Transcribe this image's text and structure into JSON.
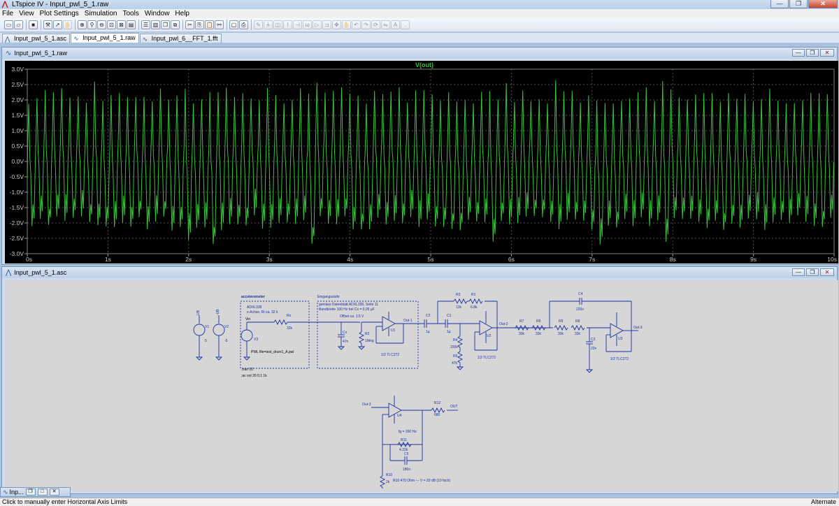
{
  "window": {
    "title": "LTspice IV - Input_pwl_5_1.raw"
  },
  "menu": [
    "File",
    "View",
    "Plot Settings",
    "Simulation",
    "Tools",
    "Window",
    "Help"
  ],
  "toolbar": {
    "group1": [
      "new-schematic",
      "open",
      "save",
      "control-panel",
      "run",
      "halt"
    ],
    "group2": [
      "zoom-in",
      "pan",
      "zoom-out",
      "zoom-fit",
      "autorange",
      "fft"
    ],
    "group3": [
      "tile-horizontal",
      "tile-vertical",
      "cascade",
      "close-all"
    ],
    "group4": [
      "cut",
      "copy",
      "paste",
      "find",
      "print-preview",
      "print"
    ],
    "group5": [
      "wire",
      "ground",
      "label",
      "resistor",
      "capacitor",
      "inductor",
      "diode",
      "component",
      "move",
      "drag",
      "undo",
      "redo",
      "rotate",
      "mirror",
      "text",
      "spice-directive"
    ]
  },
  "tabs": [
    {
      "label": "Input_pwl_5_1.asc",
      "icon": "schematic-icon"
    },
    {
      "label": "Input_pwl_5_1.raw",
      "icon": "waveform-icon"
    },
    {
      "label": "Input_pwl_6__FFT_1.fft",
      "icon": "waveform-icon"
    }
  ],
  "plot_window": {
    "title": "Input_pwl_5_1.raw"
  },
  "chart_data": {
    "type": "line",
    "series": [
      {
        "name": "V(out)",
        "color": "#37c23a"
      }
    ],
    "y_ticks": [
      "3.0V",
      "2.5V",
      "2.0V",
      "1.5V",
      "1.0V",
      "0.5V",
      "0.0V",
      "-0.5V",
      "-1.0V",
      "-1.5V",
      "-2.0V",
      "-2.5V",
      "-3.0V"
    ],
    "x_ticks": [
      "0s",
      "1s",
      "2s",
      "3s",
      "4s",
      "5s",
      "6s",
      "7s",
      "8s",
      "9s",
      "10s"
    ],
    "xlim": [
      0,
      10
    ],
    "ylim": [
      -3.0,
      3.0
    ],
    "x_unit": "s",
    "y_unit": "V",
    "grid": true,
    "approx_cycles": 98,
    "typical_peak": 2.15,
    "typical_trough": -2.0,
    "max_peak": 2.65,
    "min_trough": -2.7,
    "background": "#000000"
  },
  "schematic_window": {
    "title": "Input_pwl_5_1.asc"
  },
  "schematic": {
    "labels": {
      "accel": "accelerometer",
      "adxl": "ADXL335",
      "xachse": "x-Achse, Ri ca. 32 k",
      "vin": "Vin",
      "rx": "Rx",
      "rxv": "32k",
      "pwl": "PWL file=test_drum1_A.pwl",
      "v1": "V1",
      "v1v": "5",
      "v2": "V2",
      "v2v": "-5",
      "v3": "V3",
      "eing": "Eingangsstufe",
      "datenblatt": "gemäss Datenblatt ADXL335, Seite 11",
      "bandbreite": "Bandbreite 100 Hz bei Cx = 0,05 µF",
      "offset": "Offset ca. 1.5 V",
      "cx": "Cx",
      "cxv": "47n",
      "r2": "R2",
      "r2v": "1Meg",
      "u1": "U1",
      "tlc": "1/2 TLC272",
      "out1": "Out-1",
      "c2": "C2",
      "c2v": "1µ",
      "c1": "C1",
      "c1v": "1µ",
      "r3": "R3",
      "r3v": "12k",
      "r1": "R1",
      "r1v": "6.8k",
      "r4": "R4",
      "r4v": "150k",
      "r5": "R5",
      "r5v": "47k",
      "u2": "U2",
      "out2": "Out-2",
      "r7": "R7",
      "r7v": "30k",
      "r6": "R6",
      "r6v": "33k",
      "r9": "R9",
      "r9v": "30k",
      "r8": "R8",
      "r8v": "33k",
      "c4": "C4",
      "c4v": "220n",
      "c3": "C3",
      "c3v": "22n",
      "u3": "U3",
      "out3": "Out-3",
      "tran": ".tran 10",
      "ac": ";ac oct 20 0.1 1k",
      "out3b": "Out-3",
      "u4": "U4",
      "r12": "R12",
      "r12v": "680",
      "out": "OUT",
      "fg": "fg = 200 Hz",
      "r11": "R11",
      "r11v": "4.32k",
      "c5": "C5",
      "c5v": "180n",
      "r10": "R10",
      "r10v": "2k",
      "gain": "R10 470 Ohm --- V = 20 dB (10 fach)",
      "ub": "UB",
      "minusub": "-UB"
    }
  },
  "minimized": {
    "label": "Inp..."
  },
  "status": {
    "message": "Click to manually enter Horizontal Axis Limits",
    "right": "Alternate"
  }
}
